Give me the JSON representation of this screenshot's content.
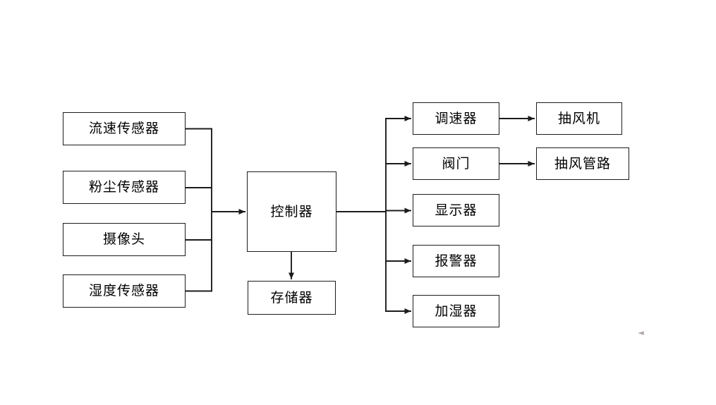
{
  "diagram": {
    "type": "block-diagram",
    "title": "",
    "background_color": "#ffffff",
    "line_color": "#1c1c1c",
    "text_color": "#000000",
    "inputs": [
      {
        "id": "flow-sensor",
        "label": "流速传感器"
      },
      {
        "id": "dust-sensor",
        "label": "粉尘传感器"
      },
      {
        "id": "camera",
        "label": "摄像头"
      },
      {
        "id": "humidity-sensor",
        "label": "湿度传感器"
      }
    ],
    "controller": {
      "id": "controller",
      "label": "控制器"
    },
    "storage": {
      "id": "storage",
      "label": "存储器"
    },
    "outputs": [
      {
        "id": "governor",
        "label": "调速器"
      },
      {
        "id": "valve",
        "label": "阀门"
      },
      {
        "id": "display",
        "label": "显示器"
      },
      {
        "id": "alarm",
        "label": "报警器"
      },
      {
        "id": "humidifier",
        "label": "加湿器"
      }
    ],
    "terminals": [
      {
        "id": "exhaust-fan",
        "label": "抽风机"
      },
      {
        "id": "exhaust-duct",
        "label": "抽风管路"
      }
    ],
    "stray_mark": "◄"
  }
}
